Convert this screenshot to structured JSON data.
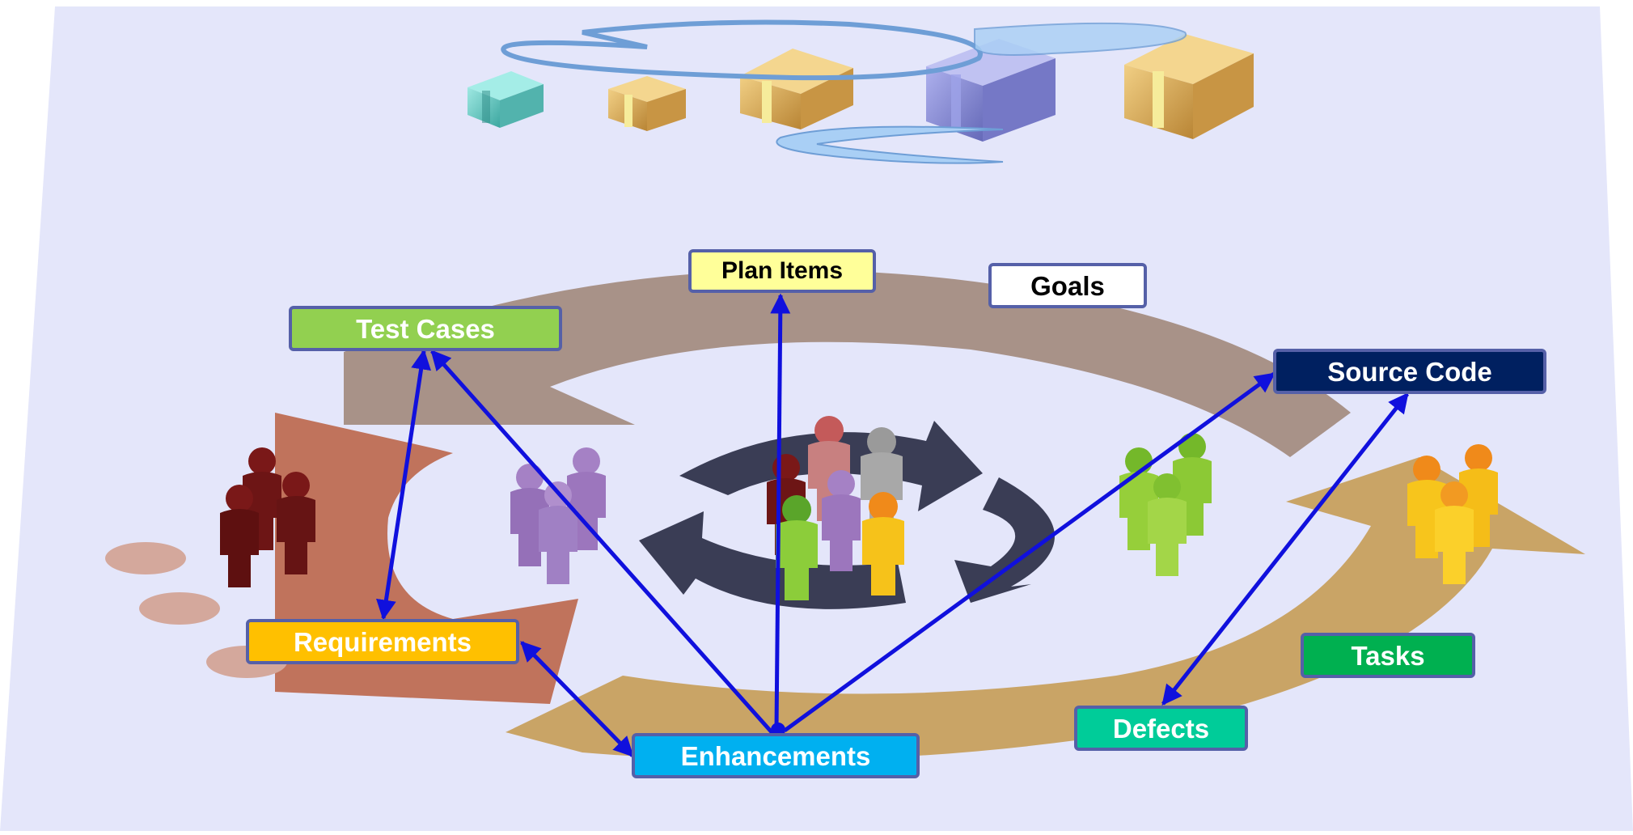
{
  "labels": {
    "plan_items": "Plan Items",
    "goals": "Goals",
    "test_cases": "Test Cases",
    "source_code": "Source Code",
    "requirements": "Requirements",
    "tasks": "Tasks",
    "defects": "Defects",
    "enhancements": "Enhancements"
  },
  "colors": {
    "background": "#e4e6fa",
    "plan_items": "#ffff99",
    "goals": "#ffffff",
    "test_cases": "#92d050",
    "source_code": "#002060",
    "requirements": "#ffc000",
    "tasks": "#00b050",
    "defects": "#00cc99",
    "enhancements": "#00b0f0",
    "link_arrows": "#1010dd",
    "cycle_brown": "#a89288",
    "cycle_gold": "#c9a466",
    "cycle_rust": "#c0735c",
    "central_cycle": "#3a3d55"
  },
  "icons": {
    "packages": [
      "package-teal-icon",
      "package-tan-small-icon",
      "package-tan-icon",
      "package-blue-icon",
      "package-tan-large-icon"
    ],
    "people_groups": [
      "people-maroon-icon",
      "people-purple-icon",
      "people-mixed-center-icon",
      "people-green-icon",
      "people-yellow-icon"
    ],
    "cycle": "cycle-arrows-icon"
  }
}
